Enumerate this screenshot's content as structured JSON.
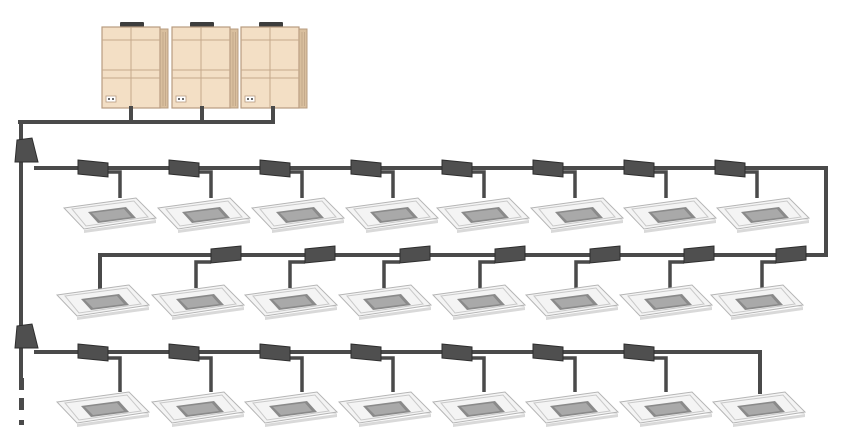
{
  "diagram": {
    "outdoor_units": {
      "count": 3,
      "body_color": "#f3dfc5"
    },
    "branch_joint_color": "#4f4f4f",
    "pipe_color": "#4a4a4a",
    "rows": [
      {
        "name": "row-1",
        "indoor_units": 8,
        "ceiling_cassette": true
      },
      {
        "name": "row-2",
        "indoor_units": 8,
        "ceiling_cassette": true
      },
      {
        "name": "row-3",
        "indoor_units": 8,
        "ceiling_cassette": true
      }
    ],
    "continuation_marker": "dashed"
  }
}
